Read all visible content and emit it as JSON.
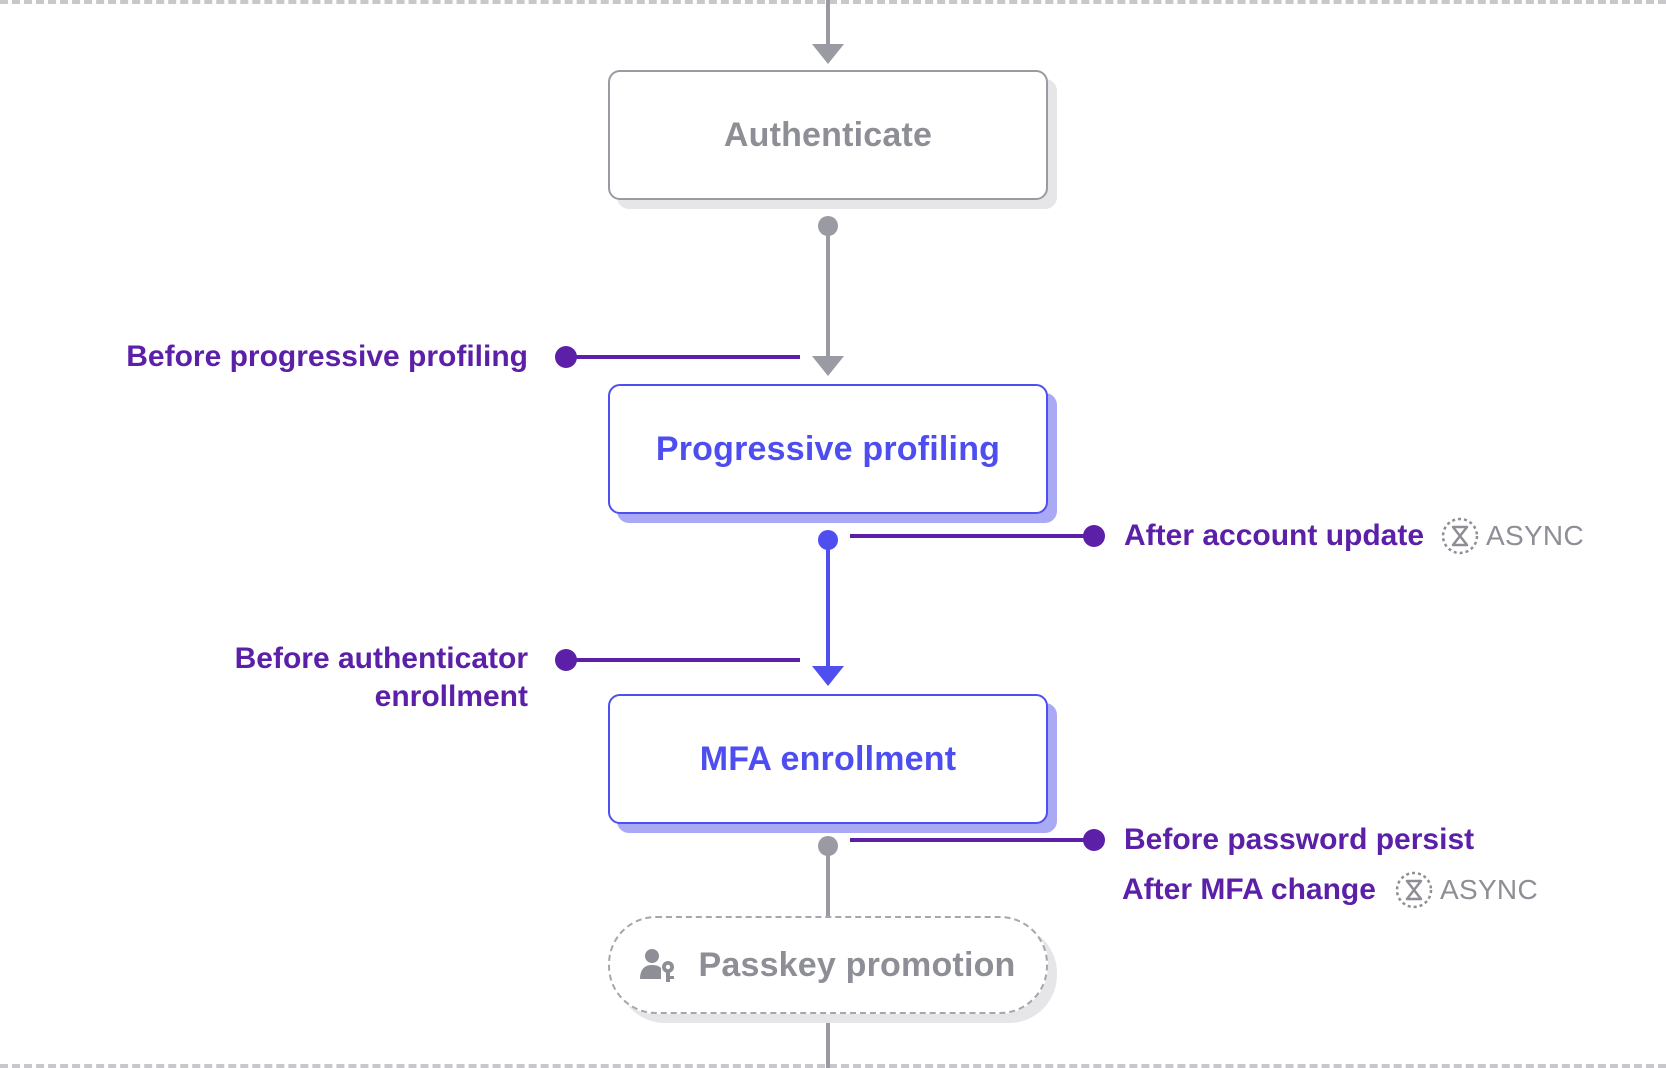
{
  "colors": {
    "gray": "#9a9aa2",
    "blue": "#4f4ff0",
    "purple": "#5b1fa8",
    "async_gray": "#8e8e96"
  },
  "nodes": {
    "authenticate": "Authenticate",
    "progressive_profiling": "Progressive profiling",
    "mfa_enrollment": "MFA enrollment",
    "passkey_promotion": "Passkey promotion",
    "passkey_icon": "user-key-icon"
  },
  "hooks": {
    "before_progressive_profiling": "Before progressive profiling",
    "after_account_update": "After account update",
    "before_authenticator_enrollment_line1": "Before authenticator",
    "before_authenticator_enrollment_line2": "enrollment",
    "before_password_persist": "Before password persist",
    "after_mfa_change": "After MFA change"
  },
  "badges": {
    "async_label": "ASYNC",
    "async_icon": "hourglass-icon"
  }
}
